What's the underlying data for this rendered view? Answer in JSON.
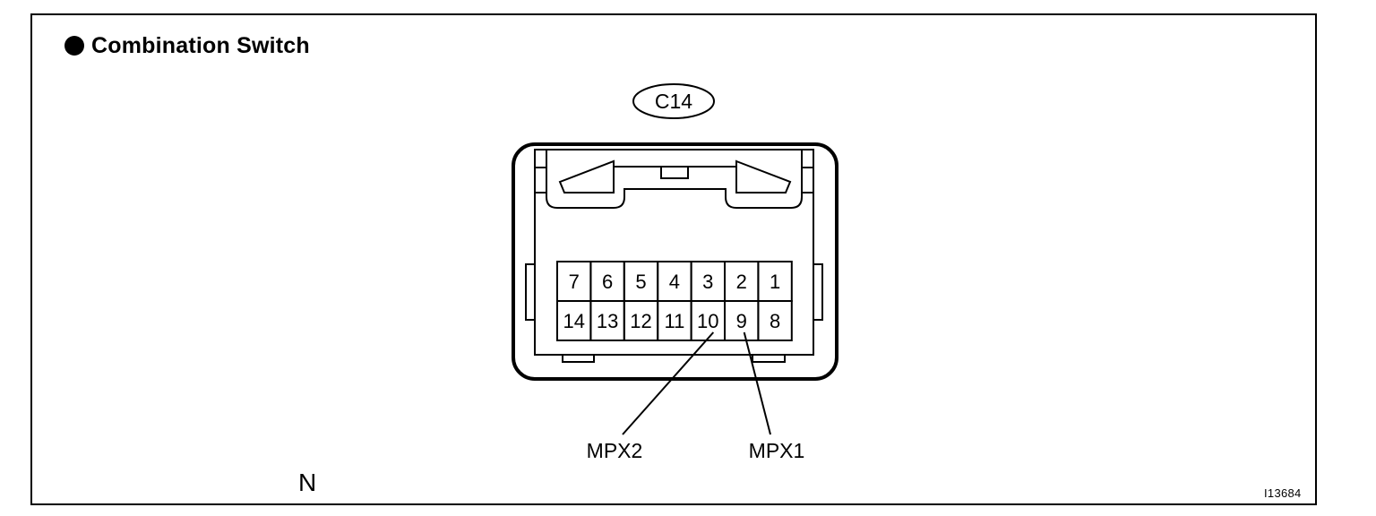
{
  "header": {
    "title": "Combination Switch"
  },
  "connector": {
    "code": "C14",
    "pins_top": [
      "7",
      "6",
      "5",
      "4",
      "3",
      "2",
      "1"
    ],
    "pins_bottom": [
      "14",
      "13",
      "12",
      "11",
      "10",
      "9",
      "8"
    ]
  },
  "callouts": [
    {
      "pin": "10",
      "label": "MPX2"
    },
    {
      "pin": "9",
      "label": "MPX1"
    }
  ],
  "footer": {
    "mark": "N",
    "figure_id": "I13684"
  }
}
